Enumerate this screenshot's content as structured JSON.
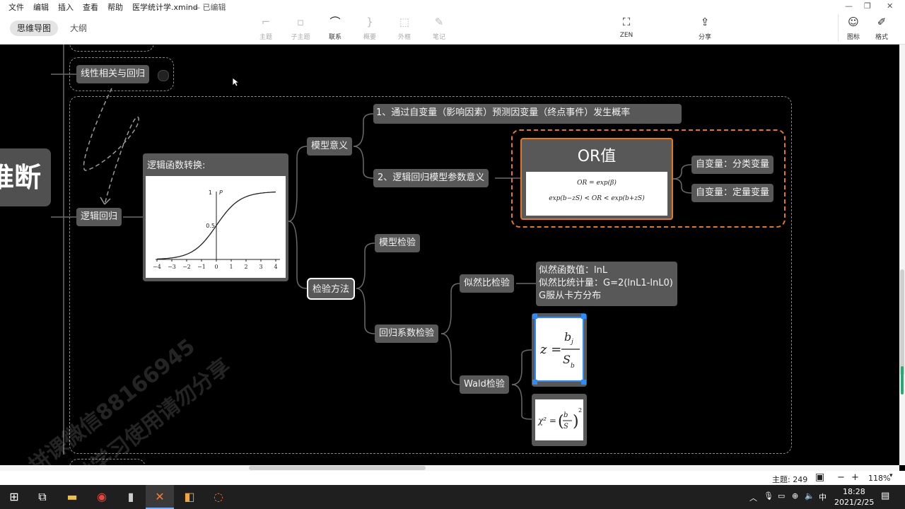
{
  "app": {
    "menu": [
      "文件",
      "编辑",
      "插入",
      "查看",
      "帮助"
    ],
    "doc_title": "医学统计学.xmind",
    "save_status": "— 已编辑"
  },
  "toolbar": {
    "view_tabs": [
      "思维导图",
      "大纲"
    ],
    "tools": [
      "主题",
      "子主题",
      "联系",
      "概要",
      "外框",
      "笔记"
    ],
    "zen": "ZEN",
    "share": "分享",
    "icon_label": "图标",
    "format_label": "格式"
  },
  "map": {
    "left_fragment": "推断",
    "linear": "线性相关与回归",
    "logistic": "逻辑回归",
    "transform_title": "逻辑函数转换:",
    "sigmoid": {
      "x_ticks": [
        "−4",
        "−3",
        "−2",
        "−1",
        "0",
        "1",
        "2",
        "3",
        "4"
      ],
      "y_labels": [
        "1",
        "0.5"
      ],
      "axis_label": "P"
    },
    "model_meaning": "模型意义",
    "meaning_1": "1、通过自变量（影响因素）预测因变量（终点事件）发生概率",
    "meaning_2": "2、逻辑回归模型参数意义",
    "or_title": "OR值",
    "or_formula_1": "OR = exp(β)",
    "or_formula_2": "exp(b−zS) < OR < exp(b+zS)",
    "var_categorical": "自变量：分类变量",
    "var_quantitative": "自变量：定量变量",
    "test_method": "检验方法",
    "model_test": "模型检验",
    "coef_test": "回归系数检验",
    "lr_test": "似然比检验",
    "lr_line1": "似然函数值：lnL",
    "lr_line2": "似然比统计量：G=2(lnL1-lnL0)",
    "lr_line3": "G服从卡方分布",
    "wald_test": "Wald检验"
  },
  "watermark": {
    "line1": "拼课微信88166945",
    "line2": "仅供学习使用请勿分享"
  },
  "status": {
    "topic_count": "主题: 249",
    "zoom": "118%"
  },
  "taskbar": {
    "ime": "中",
    "time": "18:28",
    "date": "2021/2/25"
  }
}
